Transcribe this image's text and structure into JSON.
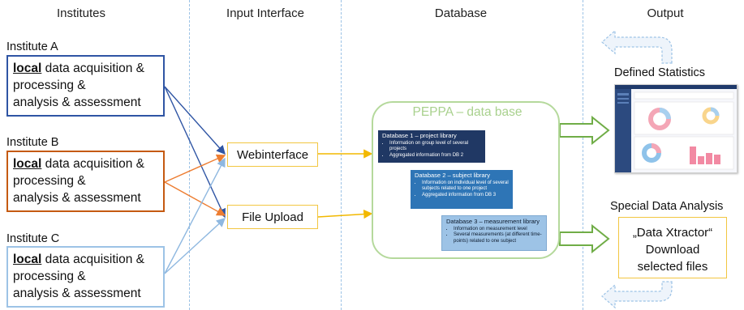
{
  "columns": {
    "institutes": "Institutes",
    "input_interface": "Input Interface",
    "database": "Database",
    "output": "Output"
  },
  "institutes": [
    {
      "label": "Institute A",
      "emphasis": "local",
      "line1": " data acquisition &",
      "line2": "processing &",
      "line3": "analysis & assessment",
      "color": "#2f55a4"
    },
    {
      "label": "Institute B",
      "emphasis": "local",
      "line1": " data acquisition &",
      "line2": "processing &",
      "line3": "analysis & assessment",
      "color": "#c55a11"
    },
    {
      "label": "Institute C",
      "emphasis": "local",
      "line1": " data acquisition &",
      "line2": "processing &",
      "line3": "analysis & assessment",
      "color": "#9dc3e6"
    }
  ],
  "interfaces": {
    "web": "Webinterface",
    "upload": "File Upload"
  },
  "database": {
    "title": "PEPPA – data base",
    "db1": {
      "title": "Database 1 – project library",
      "items": [
        "Information on group level of several projects",
        "Aggregated information from DB 2"
      ]
    },
    "db2": {
      "title": "Database 2 – subject library",
      "items": [
        "Information on individual level of several subjects related to one project",
        "Aggregated information from DB 3"
      ]
    },
    "db3": {
      "title": "Database 3 – measurement library",
      "items": [
        "Information on measurement level",
        "Several measurements (at different time-points) related to one subject"
      ]
    }
  },
  "output": {
    "statistics_title": "Defined Statistics",
    "special_title": "Special Data Analysis",
    "xtractor_line1": "„Data Xtractor“",
    "xtractor_line2": "Download",
    "xtractor_line3": "selected files"
  },
  "colors": {
    "inst_a": "#2f55a4",
    "inst_b": "#c55a11",
    "inst_c": "#9dc3e6",
    "interface_border": "#f2c641",
    "db_border": "#b5d99c",
    "db1_fill": "#203864",
    "db2_fill": "#2e75b6",
    "db3_fill": "#9dc3e6",
    "green_arrow": "#70ad47"
  }
}
